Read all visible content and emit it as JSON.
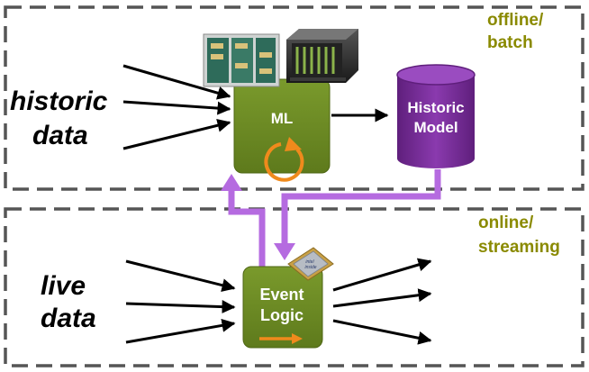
{
  "offline_box": {
    "mode_label_line1": "offline/",
    "mode_label_line2": "batch",
    "input_label_line1": "historic",
    "input_label_line2": "data",
    "ml_node_label": "ML",
    "model_node_label_line1": "Historic",
    "model_node_label_line2": "Model"
  },
  "online_box": {
    "mode_label_line1": "online/",
    "mode_label_line2": "streaming",
    "input_label_line1": "live",
    "input_label_line2": "data",
    "event_node_label_line1": "Event",
    "event_node_label_line2": "Logic",
    "chip_text_line1": "intel",
    "chip_text_line2": "inside"
  },
  "colors": {
    "ml_green": "#6e8a24",
    "cycle_orange": "#f08a1c",
    "model_purple": "#7a2d9a",
    "feedback_violet": "#b56be0",
    "mode_text_olive": "#8a8a00",
    "dashed_border": "#555555"
  },
  "icons": [
    "server-rack-icon",
    "gpu-server-icon",
    "cpu-chip-icon",
    "cycle-arrow-icon",
    "flow-arrow-icon"
  ]
}
